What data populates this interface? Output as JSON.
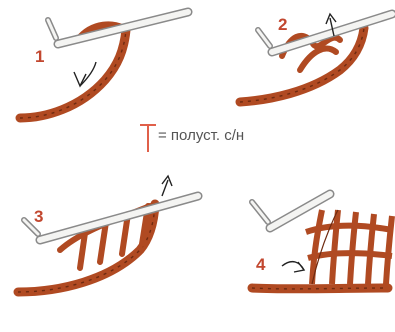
{
  "steps": [
    {
      "number": "1"
    },
    {
      "number": "2"
    },
    {
      "number": "3"
    },
    {
      "number": "4"
    }
  ],
  "legend": {
    "symbol_icon": "slip-stitch-t-symbol-icon",
    "text": "= полуст. с/н"
  },
  "colors": {
    "yarn": "#b04a22",
    "yarn_dark": "#6e2a10",
    "hook": "#f4f4f2",
    "hook_outline": "#8a8a8a",
    "number": "#c2472f",
    "symbol": "#e0604a",
    "text": "#555555"
  }
}
